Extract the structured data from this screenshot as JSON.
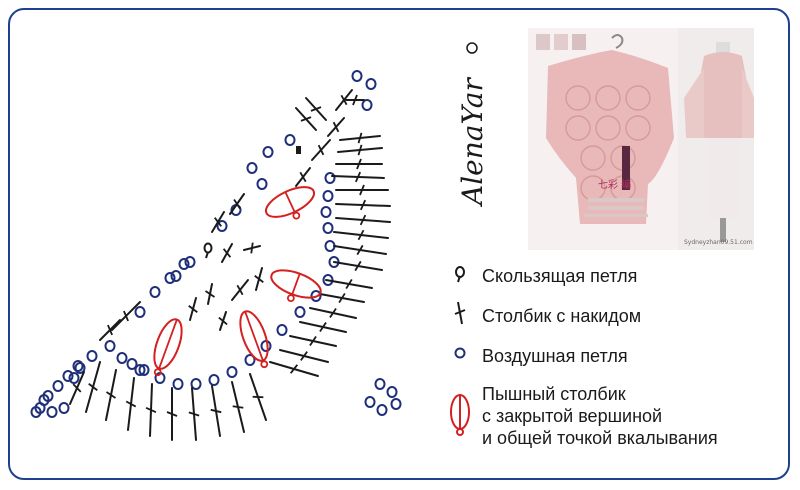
{
  "author": "AlenaYar",
  "legend": {
    "slip_stitch": "Скользящая петля",
    "double_crochet": "Столбик с накидом",
    "chain": "Воздушная петля",
    "puff_line1": "Пышный столбик",
    "puff_line2": "с закрытой вершиной",
    "puff_line3": "и общей точкой вкалывания"
  },
  "photo": {
    "brand_text": "七彩 编",
    "watermark": "Sydneyzhan09.51.com"
  },
  "colors": {
    "chain": "#1f2f7a",
    "stitch": "#1a1a1a",
    "puff": "#d42020",
    "frame": "#1f3f8f",
    "photo_pink": "#e8b9b8"
  }
}
